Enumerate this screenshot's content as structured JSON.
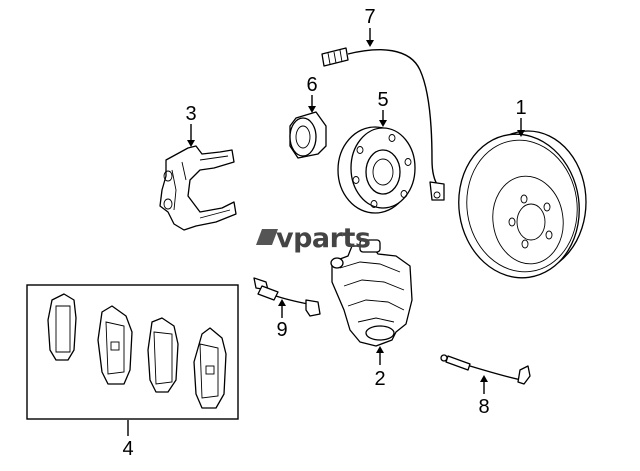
{
  "watermark": {
    "text": "vparts",
    "color": "#444444"
  },
  "callouts": [
    {
      "id": "1",
      "label": "1"
    },
    {
      "id": "2",
      "label": "2"
    },
    {
      "id": "3",
      "label": "3"
    },
    {
      "id": "4",
      "label": "4"
    },
    {
      "id": "5",
      "label": "5"
    },
    {
      "id": "6",
      "label": "6"
    },
    {
      "id": "7",
      "label": "7"
    },
    {
      "id": "8",
      "label": "8"
    },
    {
      "id": "9",
      "label": "9"
    }
  ],
  "parts": [
    {
      "callout": "1",
      "icon": "brake-rotor-icon"
    },
    {
      "callout": "2",
      "icon": "brake-caliper-icon"
    },
    {
      "callout": "3",
      "icon": "caliper-bracket-icon"
    },
    {
      "callout": "4",
      "icon": "brake-pad-set-icon"
    },
    {
      "callout": "5",
      "icon": "wheel-hub-icon"
    },
    {
      "callout": "6",
      "icon": "wheel-bearing-icon"
    },
    {
      "callout": "7",
      "icon": "wear-sensor-icon"
    },
    {
      "callout": "8",
      "icon": "abs-sensor-cable-icon"
    },
    {
      "callout": "9",
      "icon": "pad-wear-sensor-icon"
    }
  ]
}
